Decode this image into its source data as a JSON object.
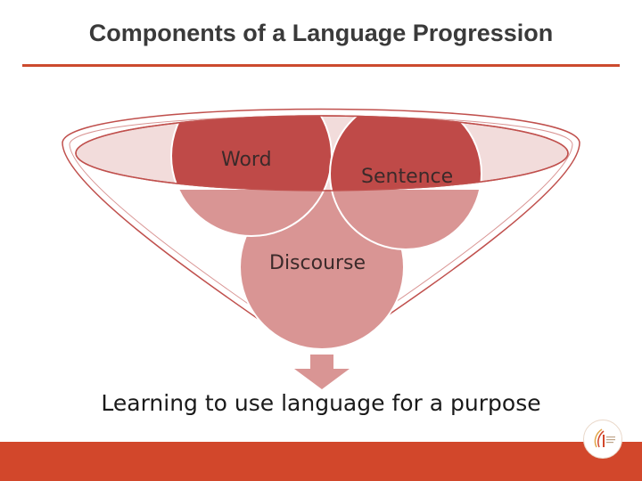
{
  "title": "Components of a Language Progression",
  "diagram": {
    "nodes": [
      {
        "id": "word",
        "label": "Word"
      },
      {
        "id": "sentence",
        "label": "Sentence"
      },
      {
        "id": "discourse",
        "label": "Discourse"
      }
    ],
    "outcome": "Learning to use language for a purpose"
  },
  "colors": {
    "accent": "#d2472b",
    "circle_dark": "#c0504d",
    "circle_light": "#d99594",
    "funnel_rim": "#f2dcdb"
  },
  "icons": {
    "footer_logo": "organization-logo"
  }
}
